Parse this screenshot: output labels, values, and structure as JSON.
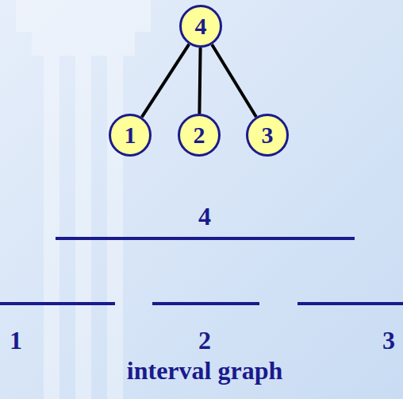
{
  "diagram": {
    "nodes": [
      {
        "text": [
          "4"
        ]
      },
      {
        "text": [
          "1"
        ]
      },
      {
        "text": [
          "2"
        ]
      },
      {
        "text": [
          "3"
        ]
      }
    ],
    "edges": [
      {
        "from": 0,
        "to": 1,
        "arrow": "none"
      },
      {
        "from": 0,
        "to": 2,
        "arrow": "none"
      },
      {
        "from": 0,
        "to": 3,
        "arrow": "none"
      }
    ],
    "labels": [
      "4",
      "1",
      "2",
      "3",
      "interval graph"
    ]
  }
}
